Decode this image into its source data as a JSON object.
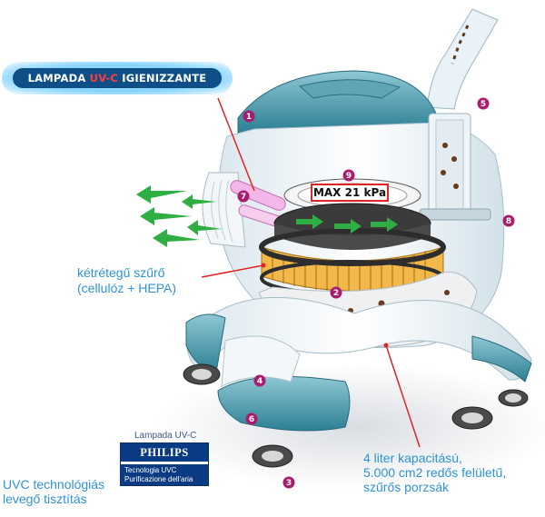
{
  "lamp_banner": {
    "prefix": "LAMPADA ",
    "accent": "UV-C",
    "suffix": " IGIENIZZANTE"
  },
  "max_label": "MAX 21 kPa",
  "filter_label": {
    "line1": "kétrétegű szűrő",
    "line2": "(cellulóz + HEPA)"
  },
  "capacity_label": {
    "line1": "4 liter kapacitású,",
    "line2": "5.000 cm2 redős felületű,",
    "line3": "szűrős porzsák"
  },
  "uvc_label": {
    "line1": "UVC technológiás",
    "line2": "levegő tisztítás"
  },
  "philips_badge": {
    "caption": "Lampada UV-C",
    "brand": "PHILIPS",
    "line1": "Tecnologia UVC",
    "line2": "Purificazione dell'aria"
  },
  "callouts": [
    "1",
    "2",
    "3",
    "4",
    "5",
    "6",
    "7",
    "8",
    "9"
  ],
  "colors": {
    "teal": "#3a8fa3",
    "marker": "#a81d6e",
    "text_blue": "#2f93d6",
    "red_line": "#e02424",
    "airflow": "#2fae43"
  }
}
